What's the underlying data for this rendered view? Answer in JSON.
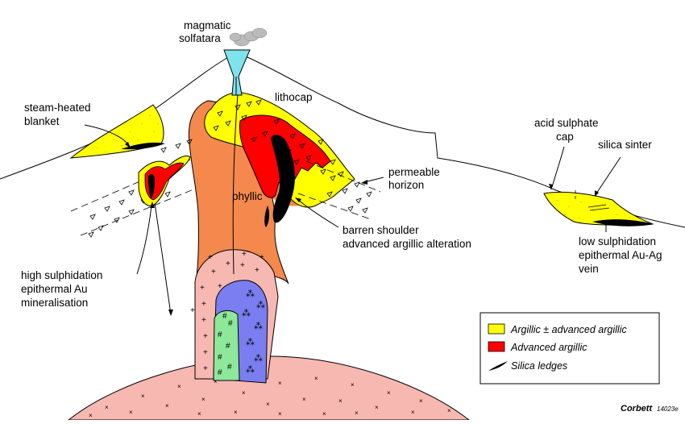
{
  "labels": {
    "magmatic_solfatara": [
      "magmatic",
      "solfatara"
    ],
    "lithocap": "lithocap",
    "steam_heated_blanket": [
      "steam-heated",
      "blanket"
    ],
    "acid_sulphate_cap": [
      "acid sulphate",
      "cap"
    ],
    "silica_sinter": "silica sinter",
    "permeable_horizon": [
      "permeable",
      "horizon"
    ],
    "phyllic": "phyllic",
    "barren_shoulder": [
      "barren shoulder",
      "advanced argillic alteration"
    ],
    "high_sulphidation": [
      "high sulphidation",
      "epithermal Au",
      "mineralisation"
    ],
    "low_sulphidation": [
      "low sulphidation",
      "epithermal Au-Ag",
      "vein"
    ]
  },
  "legend": [
    {
      "label": "Argillic ± advanced argillic",
      "color": "#ffff00",
      "symbol": "box"
    },
    {
      "label": "Advanced argillic",
      "color": "#ff0000",
      "symbol": "box"
    },
    {
      "label": "Silica ledges",
      "color": "#000000",
      "symbol": "ledge"
    }
  ],
  "credit": {
    "author": "Corbett",
    "code": "14023e"
  },
  "colors": {
    "argillic": "#ffff00",
    "advanced_argillic": "#ff0000",
    "silica_ledge": "#000000",
    "phyllic": "#f4884d",
    "solfatara_vent": "#7fe3ee",
    "intrusion_outer": "#f7b8b2",
    "intrusion_blue": "#7b7ef0",
    "intrusion_green": "#8ee89a",
    "basement": "#f7b8b2"
  }
}
